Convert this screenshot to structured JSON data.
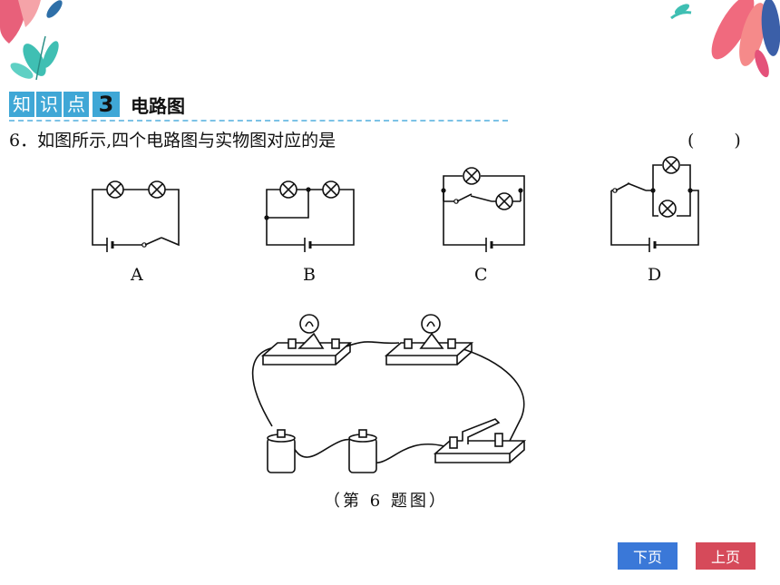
{
  "section": {
    "tag_chars": [
      "知",
      "识",
      "点"
    ],
    "tag_number": "3",
    "title": "电路图"
  },
  "question": {
    "text": "6．如图所示,四个电路图与实物图对应的是",
    "answer_paren": "(　　)"
  },
  "options": [
    "A",
    "B",
    "C",
    "D"
  ],
  "figure_caption": "（第 6 题图）",
  "nav": {
    "next_label": "下页",
    "prev_label": "上页"
  },
  "colors": {
    "tag_bg": "#3fa7d6",
    "next_button": "#3a78d8",
    "prev_button": "#d64a5a"
  }
}
